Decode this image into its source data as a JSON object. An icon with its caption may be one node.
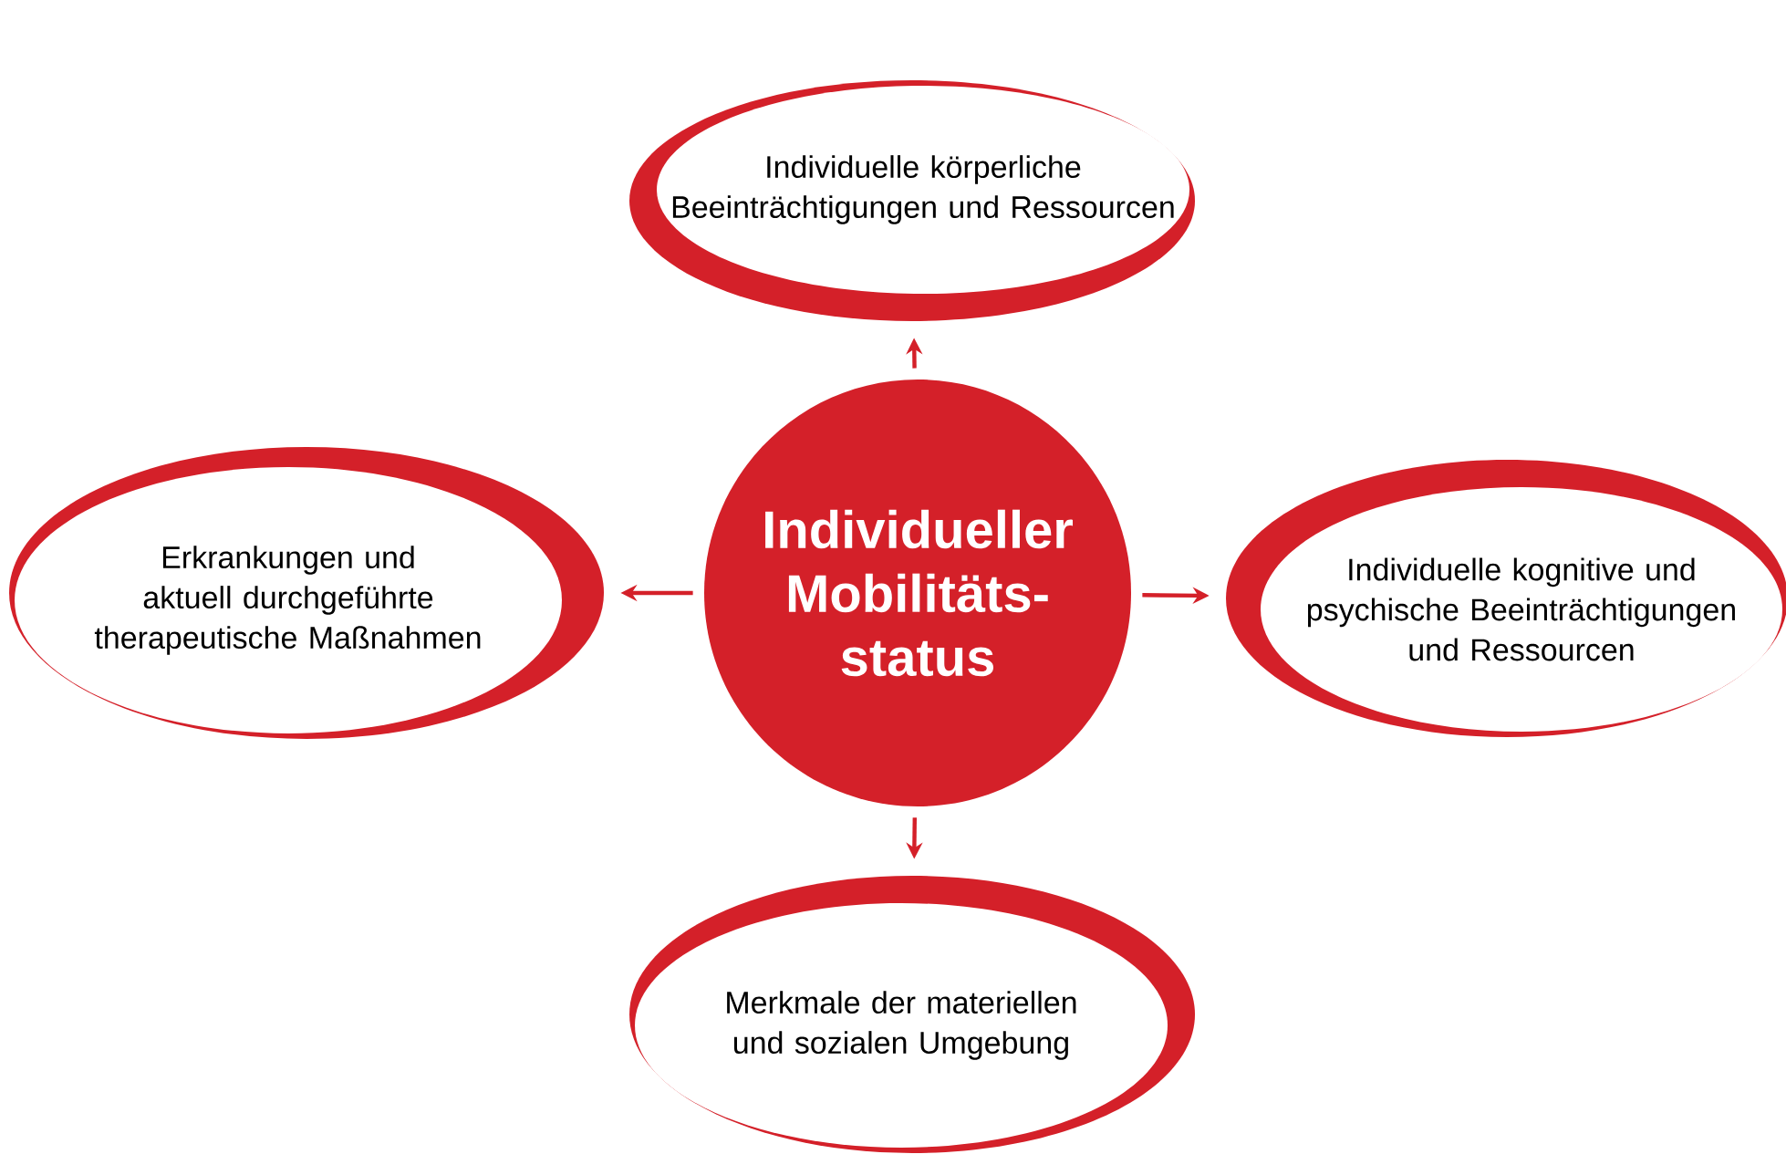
{
  "diagram": {
    "nodes": [
      {
        "text": [
          "Individueller Mobilitäts- status"
        ]
      },
      {
        "text": [
          "Individuelle körperliche Beeinträchtigungen und Ressourcen"
        ]
      },
      {
        "text": [
          "Erkrankungen und aktuell durchgeführte therapeutische Maßnahmen"
        ]
      },
      {
        "text": [
          "Individuelle kognitive und psychische Beeinträchtigungen und Ressourcen"
        ]
      },
      {
        "text": [
          "Merkmale der materiellen und sozialen Umgebung"
        ]
      }
    ],
    "edges": [
      {
        "from": 0,
        "to": 1,
        "arrow": "to"
      },
      {
        "from": 0,
        "to": 2,
        "arrow": "to"
      },
      {
        "from": 0,
        "to": 3,
        "arrow": "to"
      },
      {
        "from": 0,
        "to": 4,
        "arrow": "to"
      }
    ]
  }
}
